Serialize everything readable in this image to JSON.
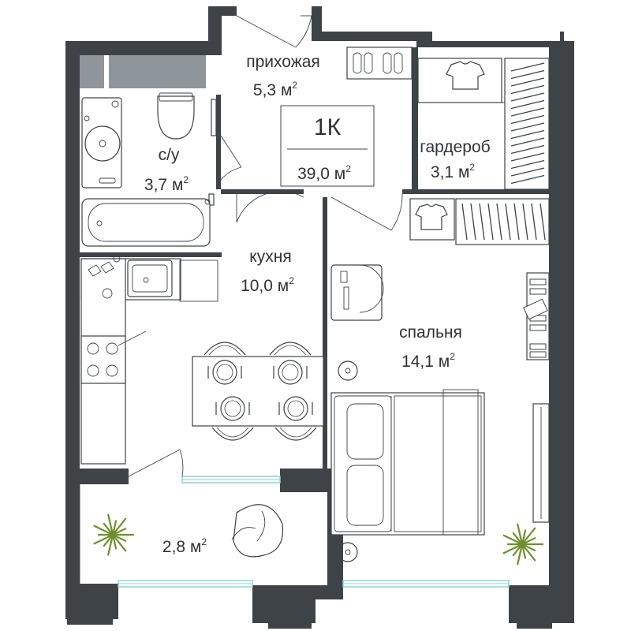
{
  "colors": {
    "wall": "#3d4347",
    "line": "#3d4347",
    "window": "#8fd0d6",
    "plant": "#6f8f2c",
    "background": "#ffffff"
  },
  "plan": {
    "type": "1К",
    "total_area": "39,0 м",
    "total_area_sup": "2"
  },
  "rooms": [
    {
      "key": "hallway",
      "name": "прихожая",
      "area": "5,3 м",
      "sup": "2"
    },
    {
      "key": "bathroom",
      "name": "с/у",
      "area": "3,7 м",
      "sup": "2"
    },
    {
      "key": "wardrobe",
      "name": "гардероб",
      "area": "3,1 м",
      "sup": "2"
    },
    {
      "key": "kitchen",
      "name": "кухня",
      "area": "10,0 м",
      "sup": "2"
    },
    {
      "key": "bedroom",
      "name": "спальня",
      "area": "14,1 м",
      "sup": "2"
    },
    {
      "key": "balcony",
      "name": "",
      "area": "2,8 м",
      "sup": "2"
    }
  ]
}
